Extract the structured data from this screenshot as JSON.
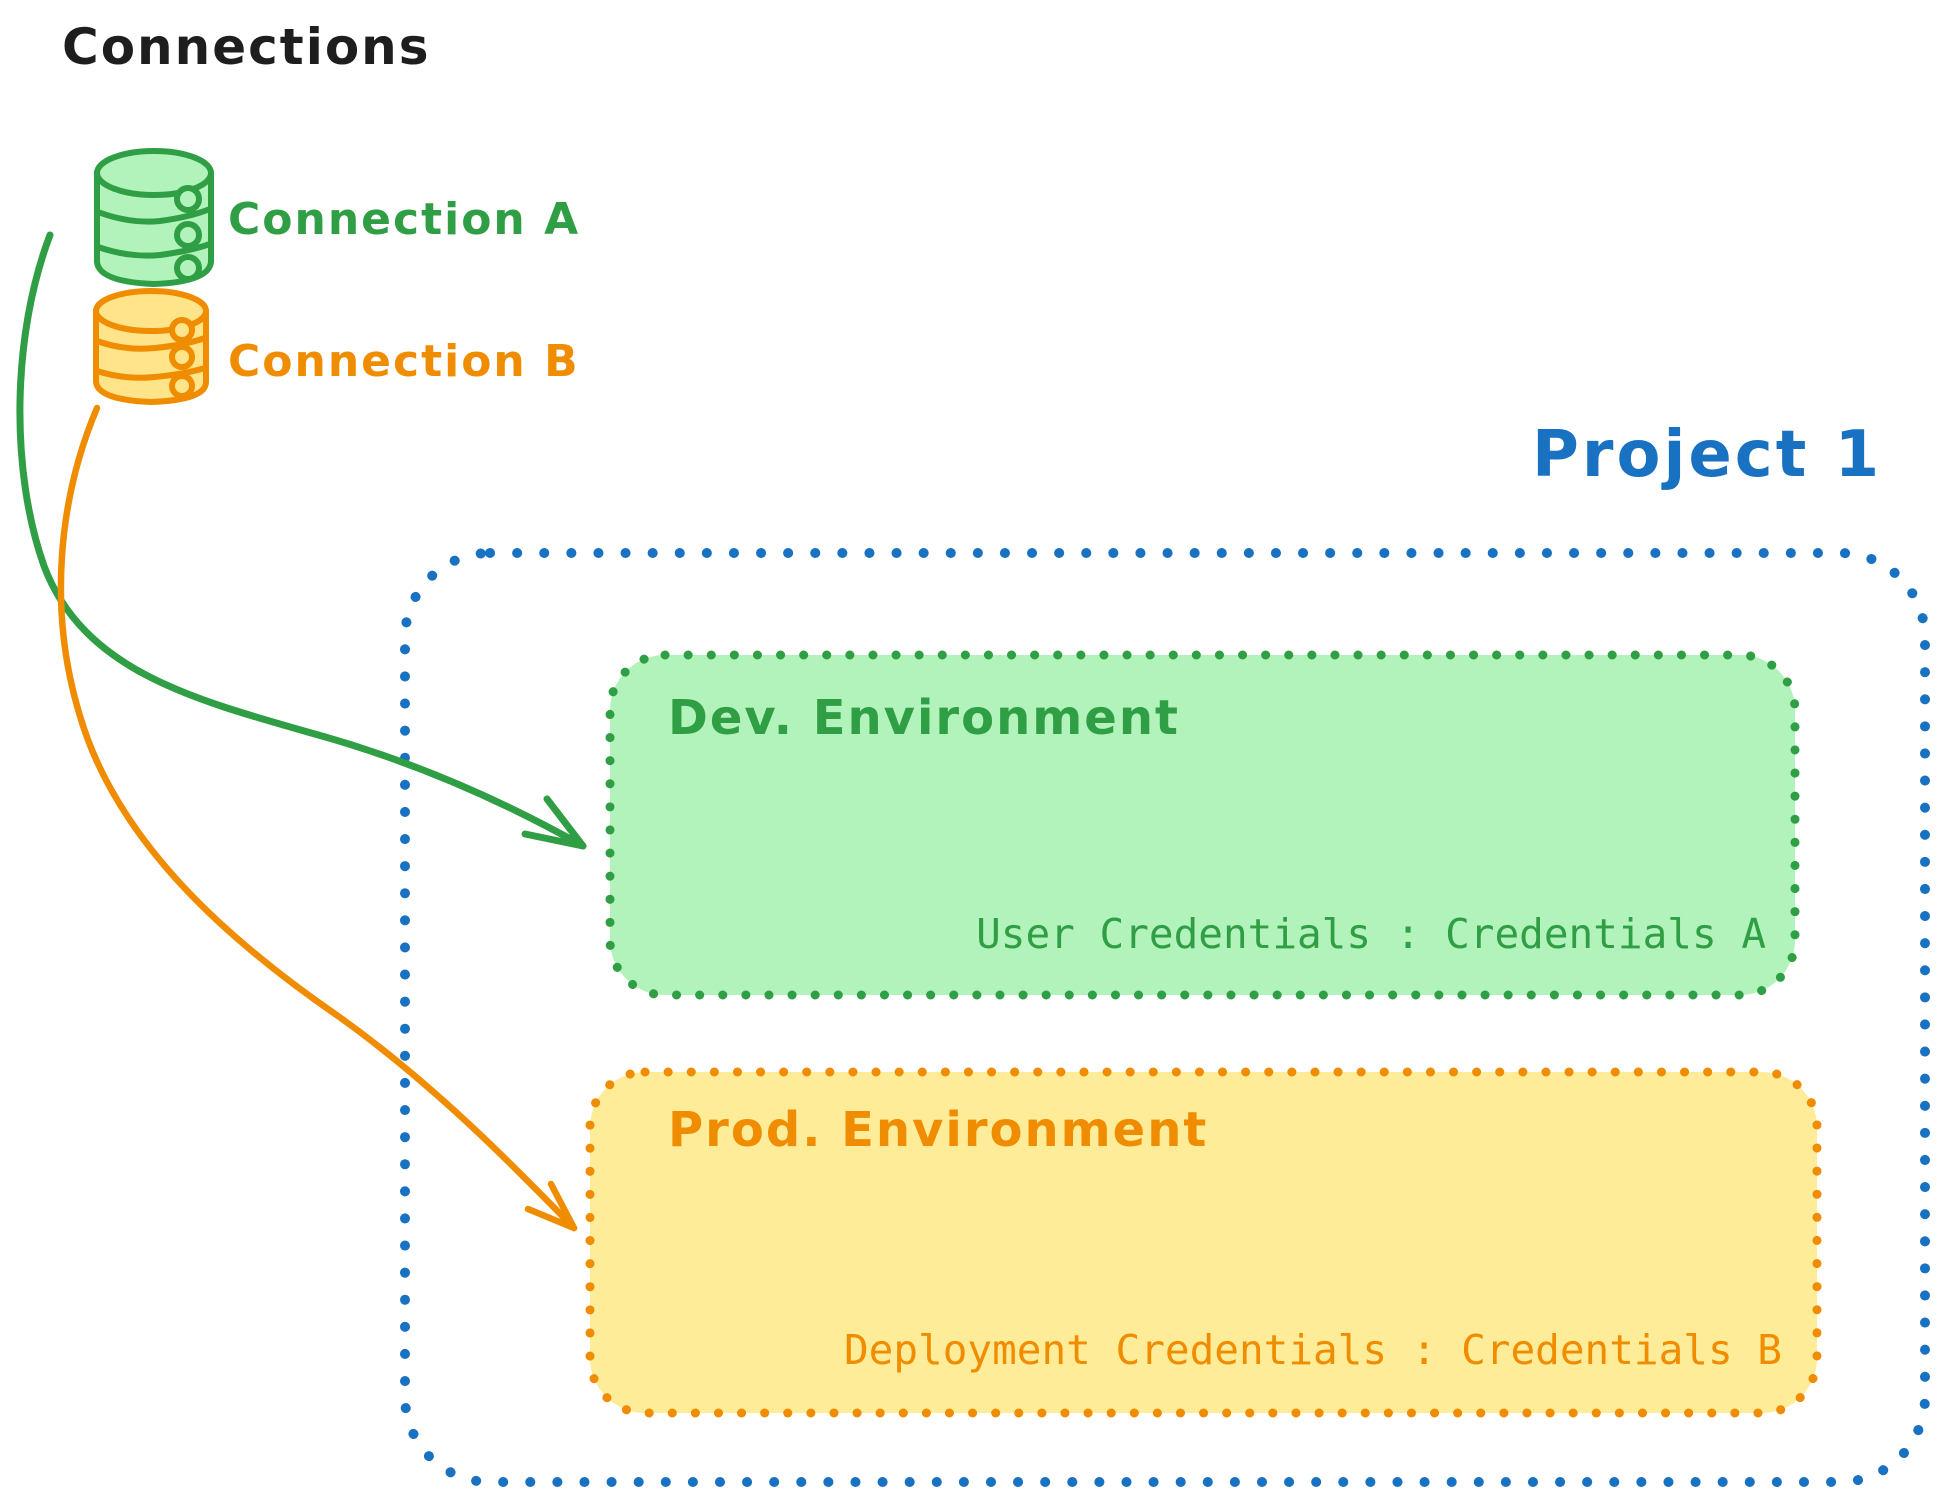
{
  "diagram": {
    "title": "Connections",
    "connections": [
      {
        "label": "Connection A",
        "icon": "database-icon",
        "color": "#2f9e44",
        "fill": "#b2f2bb"
      },
      {
        "label": "Connection B",
        "icon": "database-icon",
        "color": "#f08c00",
        "fill": "#ffe48a"
      }
    ],
    "project": {
      "label": "Project 1",
      "border_color": "#1971c2",
      "environments": [
        {
          "name": "Dev. Environment",
          "credentials_label": "User Credentials : Credentials A",
          "accent": "#2f9e44",
          "fill": "#b2f2bb"
        },
        {
          "name": "Prod. Environment",
          "credentials_label": "Deployment Credentials : Credentials B",
          "accent": "#f08c00",
          "fill": "#ffec99"
        }
      ]
    }
  }
}
